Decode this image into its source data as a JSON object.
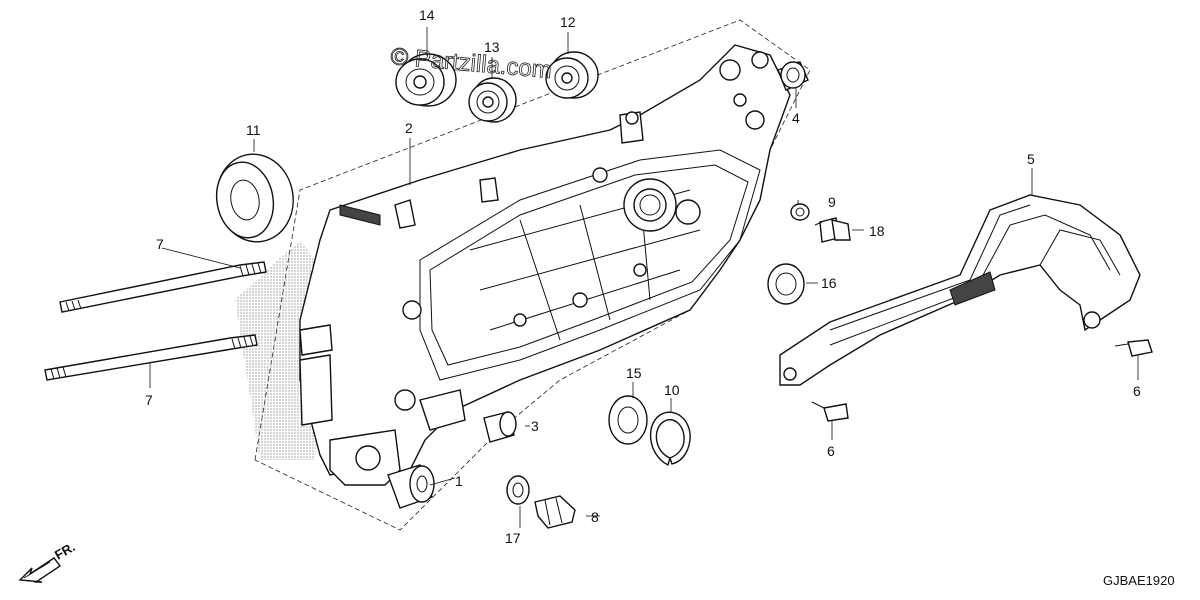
{
  "watermark": "© Partzilla.com",
  "front_label": "FR.",
  "diagram_code": "GJBAE1920",
  "callouts": {
    "n1": "1",
    "n2": "2",
    "n3": "3",
    "n4": "4",
    "n5": "5",
    "n6a": "6",
    "n6b": "6",
    "n7a": "7",
    "n7b": "7",
    "n8": "8",
    "n9": "9",
    "n10": "10",
    "n11": "11",
    "n12": "12",
    "n13": "13",
    "n14": "14",
    "n15": "15",
    "n16": "16",
    "n17": "17",
    "n18": "18"
  },
  "icons": {
    "front_arrow": "front-direction-arrow-icon"
  }
}
